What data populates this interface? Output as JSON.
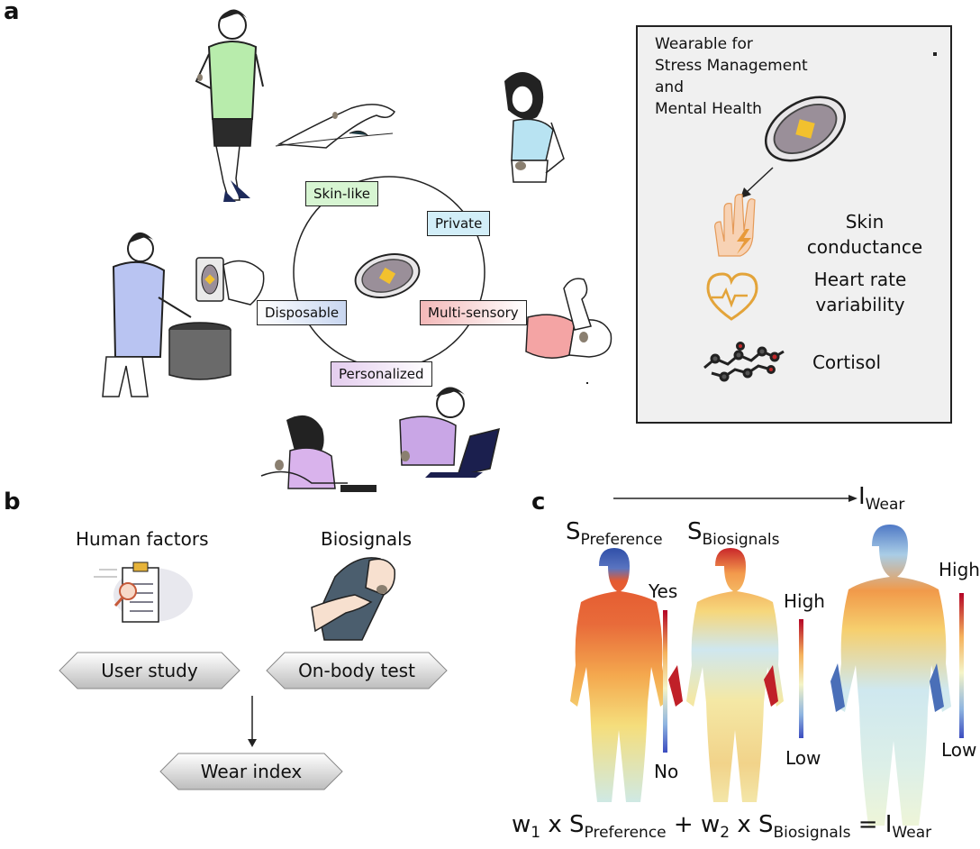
{
  "panels": {
    "a": "a",
    "b": "b",
    "c": "c"
  },
  "features": {
    "skin_like": "Skin-like",
    "private": "Private",
    "disposable": "Disposable",
    "multi_sensory": "Multi-sensory",
    "personalized": "Personalized"
  },
  "feature_colors": {
    "skin_like": "#d7f5d2",
    "private": "#d2eef8",
    "disposable": "#c8d6f0",
    "multi_sensory": "#f3b8b8",
    "personalized": "#e4cdee"
  },
  "inset": {
    "title_line1": "Wearable for",
    "title_line2": "Stress Management",
    "title_line3": "and",
    "title_line4": "Mental Health",
    "signals": {
      "skin_conductance_l1": "Skin",
      "skin_conductance_l2": "conductance",
      "hrv_l1": "Heart rate",
      "hrv_l2": "variability",
      "cortisol": "Cortisol"
    },
    "icons": [
      "hand-icon",
      "heart-pulse-icon",
      "molecule-icon"
    ]
  },
  "panel_b": {
    "human_factors": "Human factors",
    "biosignals": "Biosignals",
    "user_study": "User study",
    "on_body_test": "On-body test",
    "wear_index": "Wear index",
    "icons": [
      "clipboard-icon",
      "arm-patch-icon"
    ]
  },
  "panel_c": {
    "maps": [
      {
        "symbol": "S",
        "subscript": "Preference",
        "scale_high": "Yes",
        "scale_low": "No"
      },
      {
        "symbol": "S",
        "subscript": "Biosignals",
        "scale_high": "High",
        "scale_low": "Low"
      },
      {
        "symbol": "I",
        "subscript": "Wear",
        "scale_high": "High",
        "scale_low": "Low"
      }
    ],
    "formula": {
      "w1": "w",
      "w1_sub": "1",
      "x1": " x S",
      "s1_sub": "Preference",
      "plus": " + w",
      "w2_sub": "2",
      "x2": " x S",
      "s2_sub": "Biosignals",
      "eq": " = I",
      "i_sub": "Wear"
    },
    "colormap": [
      "#3b4cc0",
      "#6f9bd1",
      "#bfe3e9",
      "#f7f3b2",
      "#f5b65a",
      "#e0522e",
      "#b40426"
    ]
  },
  "accent": {
    "patch": "#9a8f99",
    "patch_core": "#f2c12e",
    "outline": "#222222"
  }
}
